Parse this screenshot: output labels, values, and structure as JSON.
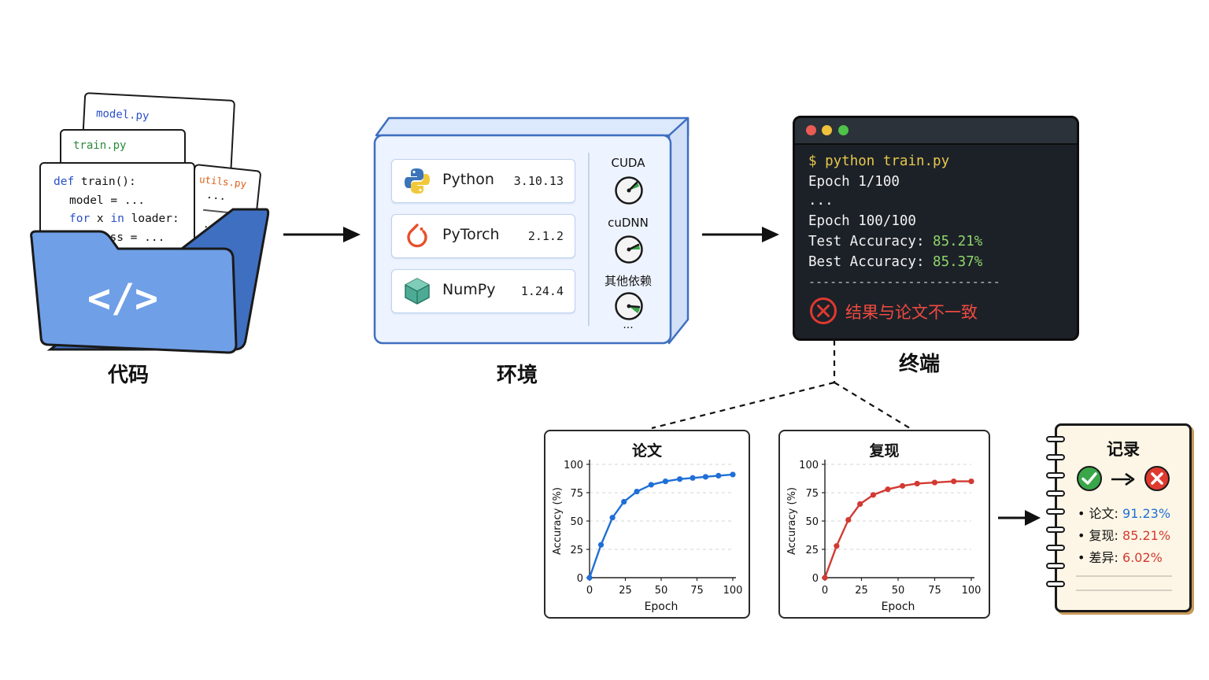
{
  "code": {
    "caption": "代码",
    "files": [
      "model.py",
      "train.py",
      "utils.py"
    ],
    "lines": [
      {
        "kw": "def",
        "text": " train():"
      },
      {
        "kw": "",
        "text": "model = ..."
      },
      {
        "kw": "for",
        "text": " x ",
        "kw2": "in",
        "text2": " loader:"
      },
      {
        "kw": "",
        "text": "loss = ..."
      },
      {
        "kw": "",
        "text": "..."
      }
    ],
    "utils_dots": "...",
    "utils_dots2": "...",
    "folder_icon": "code-brackets-icon",
    "folder_symbol": "</>"
  },
  "environment": {
    "caption": "环境",
    "packages": [
      {
        "name": "Python",
        "version": "3.10.13",
        "icon": "python-logo-icon"
      },
      {
        "name": "PyTorch",
        "version": "2.1.2",
        "icon": "pytorch-logo-icon"
      },
      {
        "name": "NumPy",
        "version": "1.24.4",
        "icon": "numpy-cube-icon"
      }
    ],
    "gauges": [
      "CUDA",
      "cuDNN",
      "其他依赖"
    ],
    "more": "..."
  },
  "terminal": {
    "caption": "终端",
    "lines": [
      {
        "prompt": "$",
        "text": " python train.py"
      },
      {
        "text": "Epoch 1/100"
      },
      {
        "text": "..."
      },
      {
        "text": "Epoch 100/100"
      },
      {
        "label": "Test Accuracy: ",
        "value": "85.21%"
      },
      {
        "label": "Best Accuracy: ",
        "value": "85.37%"
      }
    ],
    "divider": "---------------------------",
    "error_text": "结果与论文不一致"
  },
  "colors": {
    "paper_line": "#1f6fd6",
    "repro_line": "#d23a32",
    "error_red": "#e0392f",
    "ok_green": "#3aa64a",
    "folder_blue": "#6f9fe6",
    "env_border": "#3f6fc0"
  },
  "chart_data": [
    {
      "type": "line",
      "title": "论文",
      "xlabel": "Epoch",
      "ylabel": "Accuracy (%)",
      "xlim": [
        0,
        100
      ],
      "ylim": [
        0,
        100
      ],
      "xticks": [
        0,
        25,
        50,
        75,
        100
      ],
      "yticks": [
        0,
        25,
        50,
        75,
        100
      ],
      "grid": "horizontal-dashed",
      "series": [
        {
          "x": [
            0,
            8,
            16,
            24,
            33,
            43,
            53,
            63,
            72,
            81,
            90,
            100
          ],
          "y": [
            0,
            29,
            53,
            67,
            76,
            82,
            85,
            87,
            88,
            89,
            90,
            91
          ]
        }
      ]
    },
    {
      "type": "line",
      "title": "复现",
      "xlabel": "Epoch",
      "ylabel": "Accuracy (%)",
      "xlim": [
        0,
        100
      ],
      "ylim": [
        0,
        100
      ],
      "xticks": [
        0,
        25,
        50,
        75,
        100
      ],
      "yticks": [
        0,
        25,
        50,
        75,
        100
      ],
      "grid": "horizontal-dashed",
      "series": [
        {
          "x": [
            0,
            8,
            16,
            24,
            33,
            43,
            53,
            63,
            75,
            88,
            100
          ],
          "y": [
            0,
            28,
            51,
            65,
            73,
            78,
            81,
            83,
            84,
            85,
            85
          ]
        }
      ]
    }
  ],
  "record": {
    "title": "记录",
    "items": [
      {
        "label": "论文:",
        "value": "91.23%",
        "color": "#1f6fd6"
      },
      {
        "label": "复现:",
        "value": "85.21%",
        "color": "#d23a32"
      },
      {
        "label": "差异:",
        "value": "6.02%",
        "color": "#d23a32"
      }
    ]
  }
}
